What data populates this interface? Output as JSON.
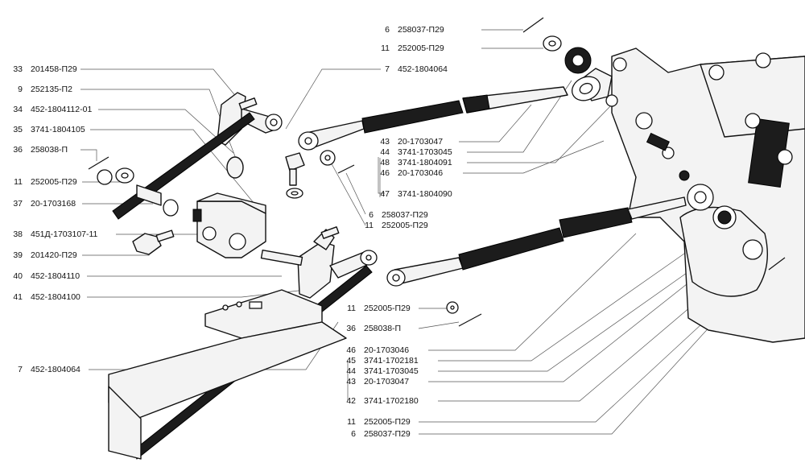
{
  "callouts": [
    {
      "id": "c1",
      "num": "33",
      "part": "201458-П29"
    },
    {
      "id": "c2",
      "num": "9",
      "part": "252135-П2"
    },
    {
      "id": "c3",
      "num": "34",
      "part": "452-1804112-01"
    },
    {
      "id": "c4",
      "num": "35",
      "part": "3741-1804105"
    },
    {
      "id": "c5",
      "num": "36",
      "part": "258038-П"
    },
    {
      "id": "c6",
      "num": "11",
      "part": "252005-П29"
    },
    {
      "id": "c7",
      "num": "37",
      "part": "20-1703168"
    },
    {
      "id": "c8",
      "num": "38",
      "part": "451Д-1703107-11"
    },
    {
      "id": "c9",
      "num": "39",
      "part": "201420-П29"
    },
    {
      "id": "c10",
      "num": "40",
      "part": "452-1804110"
    },
    {
      "id": "c11",
      "num": "41",
      "part": "452-1804100"
    },
    {
      "id": "c12",
      "num": "7",
      "part": "452-1804064"
    },
    {
      "id": "c13",
      "num": "6",
      "part": "258037-П29"
    },
    {
      "id": "c14",
      "num": "11",
      "part": "252005-П29"
    },
    {
      "id": "c15",
      "num": "7",
      "part": "452-1804064"
    },
    {
      "id": "c16",
      "num": "43",
      "part": "20-1703047"
    },
    {
      "id": "c17",
      "num": "44",
      "part": "3741-1703045"
    },
    {
      "id": "c18",
      "num": "48",
      "part": "3741-1804091"
    },
    {
      "id": "c19",
      "num": "46",
      "part": "20-1703046"
    },
    {
      "id": "c20",
      "num": "47",
      "part": "3741-1804090"
    },
    {
      "id": "c21",
      "num": "6",
      "part": "258037-П29"
    },
    {
      "id": "c22",
      "num": "11",
      "part": "252005-П29"
    },
    {
      "id": "c23",
      "num": "11",
      "part": "252005-П29"
    },
    {
      "id": "c24",
      "num": "36",
      "part": "258038-П"
    },
    {
      "id": "c25",
      "num": "46",
      "part": "20-1703046"
    },
    {
      "id": "c26",
      "num": "45",
      "part": "3741-1702181"
    },
    {
      "id": "c27",
      "num": "44",
      "part": "3741-1703045"
    },
    {
      "id": "c28",
      "num": "43",
      "part": "20-1703047"
    },
    {
      "id": "c29",
      "num": "42",
      "part": "3741-1702180"
    },
    {
      "id": "c30",
      "num": "11",
      "part": "252005-П29"
    },
    {
      "id": "c31",
      "num": "6",
      "part": "258037-П29"
    }
  ]
}
